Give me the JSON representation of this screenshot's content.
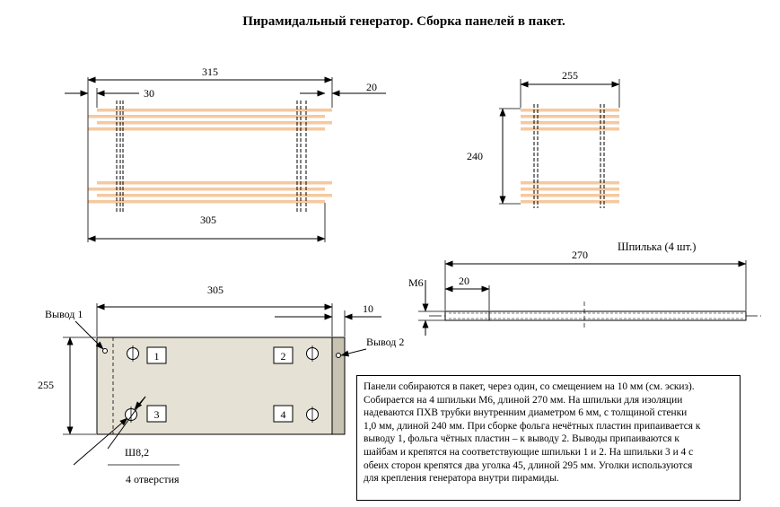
{
  "title": "Пирамидальный  генератор. Сборка панелей в пакет.",
  "colors": {
    "board": "#f5c9a0",
    "panel": "#e5e1d5",
    "edge": "#c8c2b2",
    "line": "#000000"
  },
  "top_left": {
    "dim_total": "315",
    "dim_offset": "30",
    "dim_right": "20",
    "dim_bottom": "305"
  },
  "top_right": {
    "dim_width": "255",
    "dim_height": "240"
  },
  "stud": {
    "title": "Шпилька (4 шт.)",
    "dim_length": "270",
    "dim_thread": "20",
    "dim_dia": "М6"
  },
  "panel": {
    "dim_width": "305",
    "dim_offset": "10",
    "dim_height": "255",
    "lead1": "Вывод 1",
    "lead2": "Вывод 2",
    "holes": [
      "1",
      "2",
      "3",
      "4"
    ],
    "hole_dia": "Ш8,2",
    "holes_note": "4 отверстия"
  },
  "note": {
    "lines": [
      "Панели собираются в пакет, через один, со смещением на 10 мм (см. эскиз).",
      "Собирается на  4 шпильки М6, длиной 270 мм. На шпильки для изоляции",
      "надеваются ПХВ трубки внутренним диаметром 6 мм, с толщиной стенки",
      "1,0 мм, длиной 240 мм. При сборке фольга нечётных пластин припаивается к",
      "выводу 1, фольга чётных пластин – к выводу 2. Выводы припаиваются к",
      "шайбам и крепятся на соответствующие шпильки 1 и 2. На шпильки 3 и 4 с",
      "обеих сторон крепятся два уголка 45, длиной 295 мм. Уголки используются",
      "для крепления генератора внутри пирамиды."
    ]
  }
}
